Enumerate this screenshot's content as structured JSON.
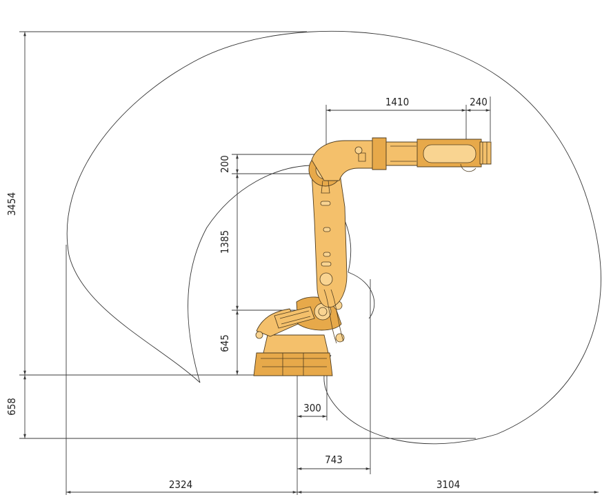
{
  "diagram": {
    "type": "robot-working-envelope",
    "colors": {
      "robot_body": "#f4c06b",
      "robot_shade": "#e7a94a",
      "outline": "#333333"
    },
    "dimensions": {
      "height_total": "3454",
      "below_base": "658",
      "upper_arm_offset": "200",
      "lower_arm": "1385",
      "base_height": "645",
      "base_offset": "300",
      "inner_radius": "743",
      "reach_left": "2324",
      "reach_right": "3104",
      "forearm_length": "1410",
      "wrist_length": "240"
    }
  }
}
